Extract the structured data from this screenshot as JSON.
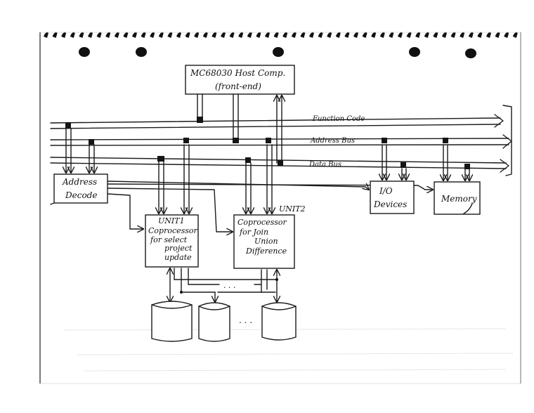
{
  "host": {
    "line1": "MC68030 Host Comp.",
    "line2": "(front-end)"
  },
  "buses": [
    {
      "label": "Function Code"
    },
    {
      "label": "Address Bus"
    },
    {
      "label": "Data Bus"
    }
  ],
  "address_decode": {
    "line1": "Address",
    "line2": "Decode"
  },
  "unit1": {
    "tag": "UNIT1",
    "lines": [
      "Coprocessor",
      "for select",
      "project",
      "update"
    ]
  },
  "unit2": {
    "tag": "UNIT2",
    "lines": [
      "Coprocessor",
      "for Join",
      "Union",
      "Difference"
    ]
  },
  "io": {
    "line1": "I/O",
    "line2": "Devices"
  },
  "memory": {
    "label": "Memory"
  },
  "ellipsis": {
    "disks": ". . .",
    "links": ". . ."
  }
}
